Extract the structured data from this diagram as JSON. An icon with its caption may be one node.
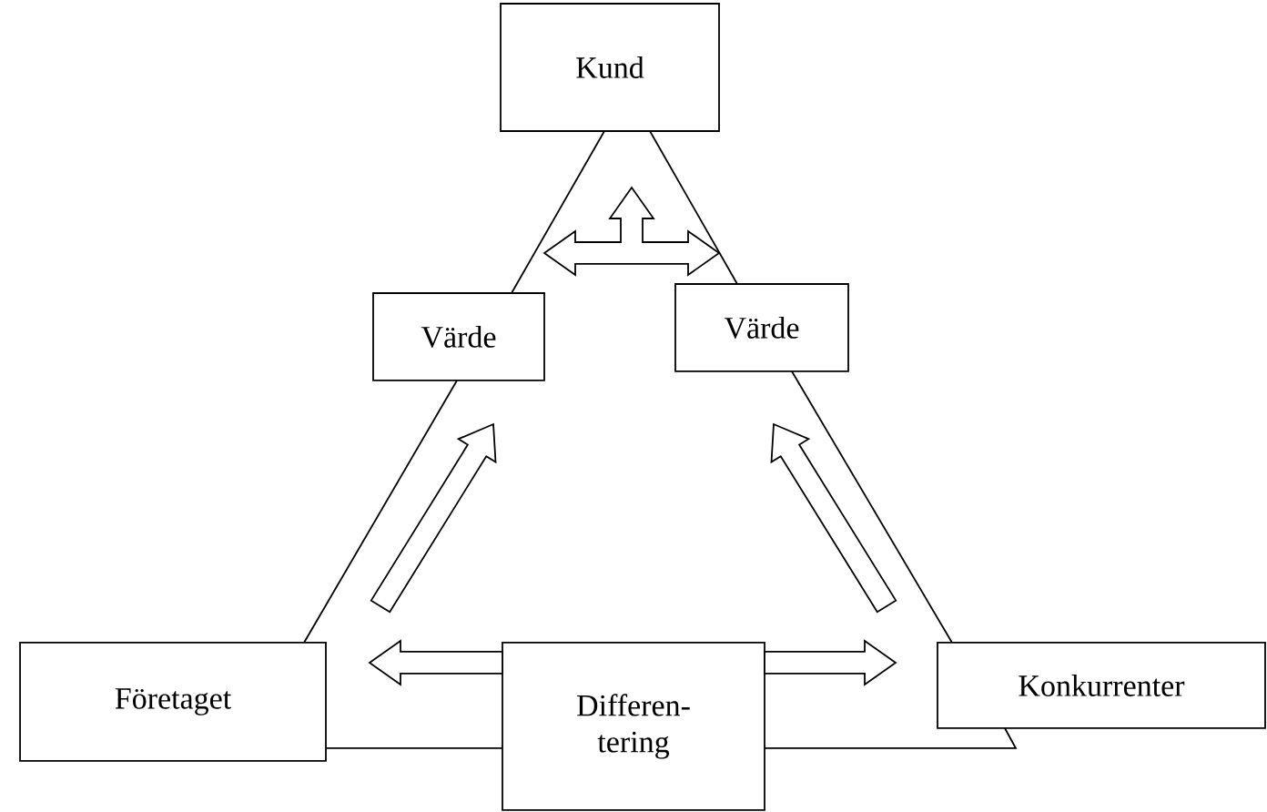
{
  "diagram": {
    "nodes": [
      {
        "text": [
          "Kund"
        ]
      },
      {
        "text": [
          "Värde"
        ]
      },
      {
        "text": [
          "Värde"
        ]
      },
      {
        "text": [
          "Företaget"
        ]
      },
      {
        "text": [
          "Differen- tering"
        ]
      },
      {
        "text": [
          "Konkurrenter"
        ]
      }
    ],
    "edges": [
      {
        "from": 0,
        "to": 1,
        "arrow": "none"
      },
      {
        "from": 1,
        "to": 3,
        "arrow": "none"
      },
      {
        "from": 0,
        "to": 2,
        "arrow": "none"
      },
      {
        "from": 2,
        "to": 5,
        "arrow": "none"
      },
      {
        "from": 3,
        "to": 4,
        "arrow": "none"
      },
      {
        "from": 4,
        "to": 5,
        "arrow": "none"
      },
      {
        "from": 1,
        "to": 2,
        "arrow": "both"
      },
      {
        "from": 3,
        "to": 1,
        "arrow": "to"
      },
      {
        "from": 5,
        "to": 2,
        "arrow": "to"
      },
      {
        "from": 4,
        "to": 3,
        "arrow": "to"
      },
      {
        "from": 4,
        "to": 5,
        "arrow": "to"
      }
    ]
  }
}
